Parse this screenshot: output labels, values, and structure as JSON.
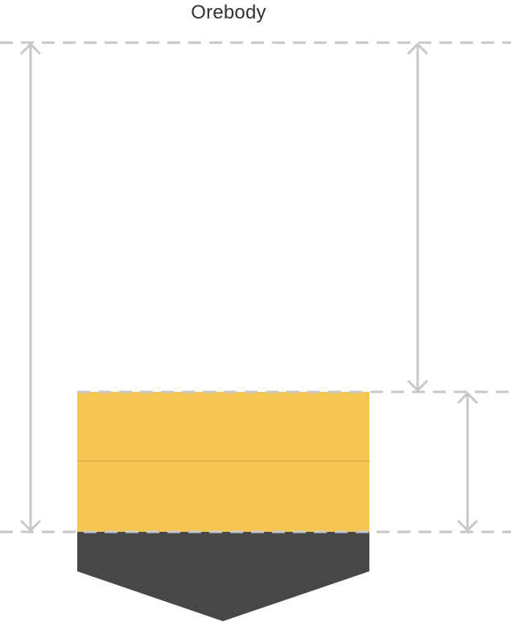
{
  "diagram": {
    "title": "Orebody"
  },
  "colors": {
    "orebody_fill": "#F6C653",
    "shape_fill": "#474747",
    "guide_line": "#C8C8C8",
    "arrow": "#C8C8C8",
    "divider": "#C4A040",
    "title_text": "#333333"
  },
  "elements": {
    "guides": [
      "top-dashed-guide",
      "middle-dashed-guide",
      "bottom-dashed-guide"
    ],
    "arrows": [
      "left-full-height-arrow",
      "right-upper-arrow",
      "right-lower-arrow"
    ],
    "blocks": [
      "orebody-block",
      "pointed-base-shape"
    ]
  }
}
